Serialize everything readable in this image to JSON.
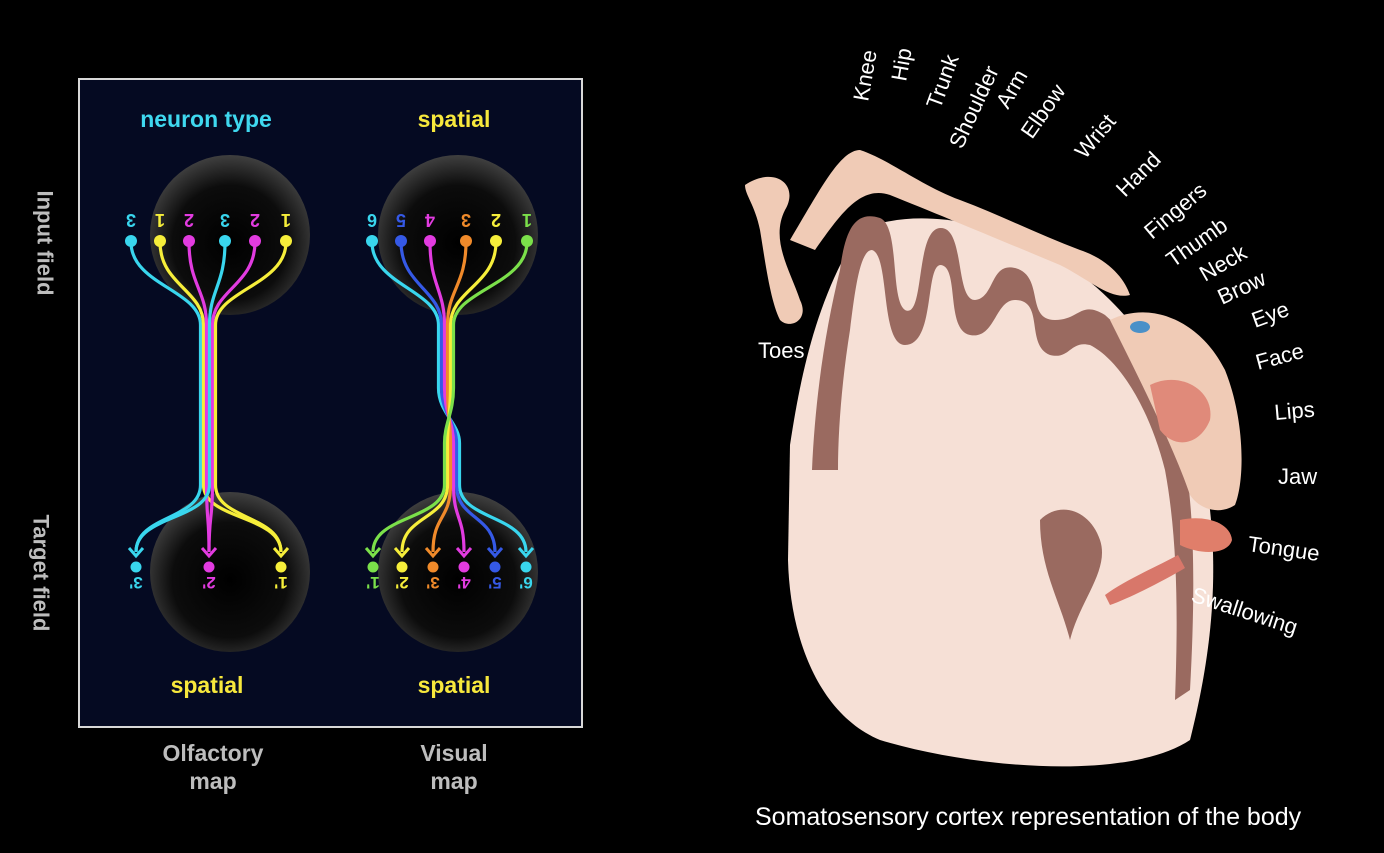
{
  "left_panel": {
    "row_labels": {
      "input": "Input field",
      "target": "Target field"
    },
    "olfactory": {
      "top_label": "neuron type",
      "bottom_label": "spatial",
      "map_label_lines": [
        "Olfactory",
        "map"
      ],
      "input_neurons": [
        {
          "label": "3",
          "color": "#39d6ee"
        },
        {
          "label": "1",
          "color": "#f6ee3a"
        },
        {
          "label": "2",
          "color": "#e23be0"
        },
        {
          "label": "3",
          "color": "#39d6ee"
        },
        {
          "label": "2",
          "color": "#e23be0"
        },
        {
          "label": "1",
          "color": "#f6ee3a"
        }
      ],
      "targets": [
        {
          "label": "3'",
          "color": "#39d6ee"
        },
        {
          "label": "2'",
          "color": "#e23be0"
        },
        {
          "label": "1'",
          "color": "#f6ee3a"
        }
      ]
    },
    "visual": {
      "top_label": "spatial",
      "bottom_label": "spatial",
      "map_label_lines": [
        "Visual",
        "map"
      ],
      "input_neurons": [
        {
          "label": "6",
          "color": "#39d6ee"
        },
        {
          "label": "5",
          "color": "#3559e6"
        },
        {
          "label": "4",
          "color": "#e23be0"
        },
        {
          "label": "3",
          "color": "#f08a2a"
        },
        {
          "label": "2",
          "color": "#f6ee3a"
        },
        {
          "label": "1",
          "color": "#7be04a"
        }
      ],
      "targets": [
        {
          "label": "1'",
          "color": "#7be04a"
        },
        {
          "label": "2'",
          "color": "#f6ee3a"
        },
        {
          "label": "3'",
          "color": "#f08a2a"
        },
        {
          "label": "4'",
          "color": "#e23be0"
        },
        {
          "label": "5'",
          "color": "#3559e6"
        },
        {
          "label": "6'",
          "color": "#39d6ee"
        }
      ]
    },
    "colors": {
      "panel_bg": "#050a22",
      "title_cyan": "#3fd8ef",
      "title_yellow": "#f7e83c"
    }
  },
  "homunculus": {
    "caption": "Somatosensory cortex representation of the body",
    "body_parts": [
      "Knee",
      "Hip",
      "Trunk",
      "Shoulder",
      "Arm",
      "Elbow",
      "Wrist",
      "Hand",
      "Fingers",
      "Thumb",
      "Neck",
      "Brow",
      "Eye",
      "Face",
      "Lips",
      "Jaw",
      "Tongue",
      "Swallowing",
      "Toes"
    ],
    "colors": {
      "cortex": "#9a6a60",
      "white_matter": "#f6e0d6",
      "skin": "#f0cbb6"
    }
  }
}
